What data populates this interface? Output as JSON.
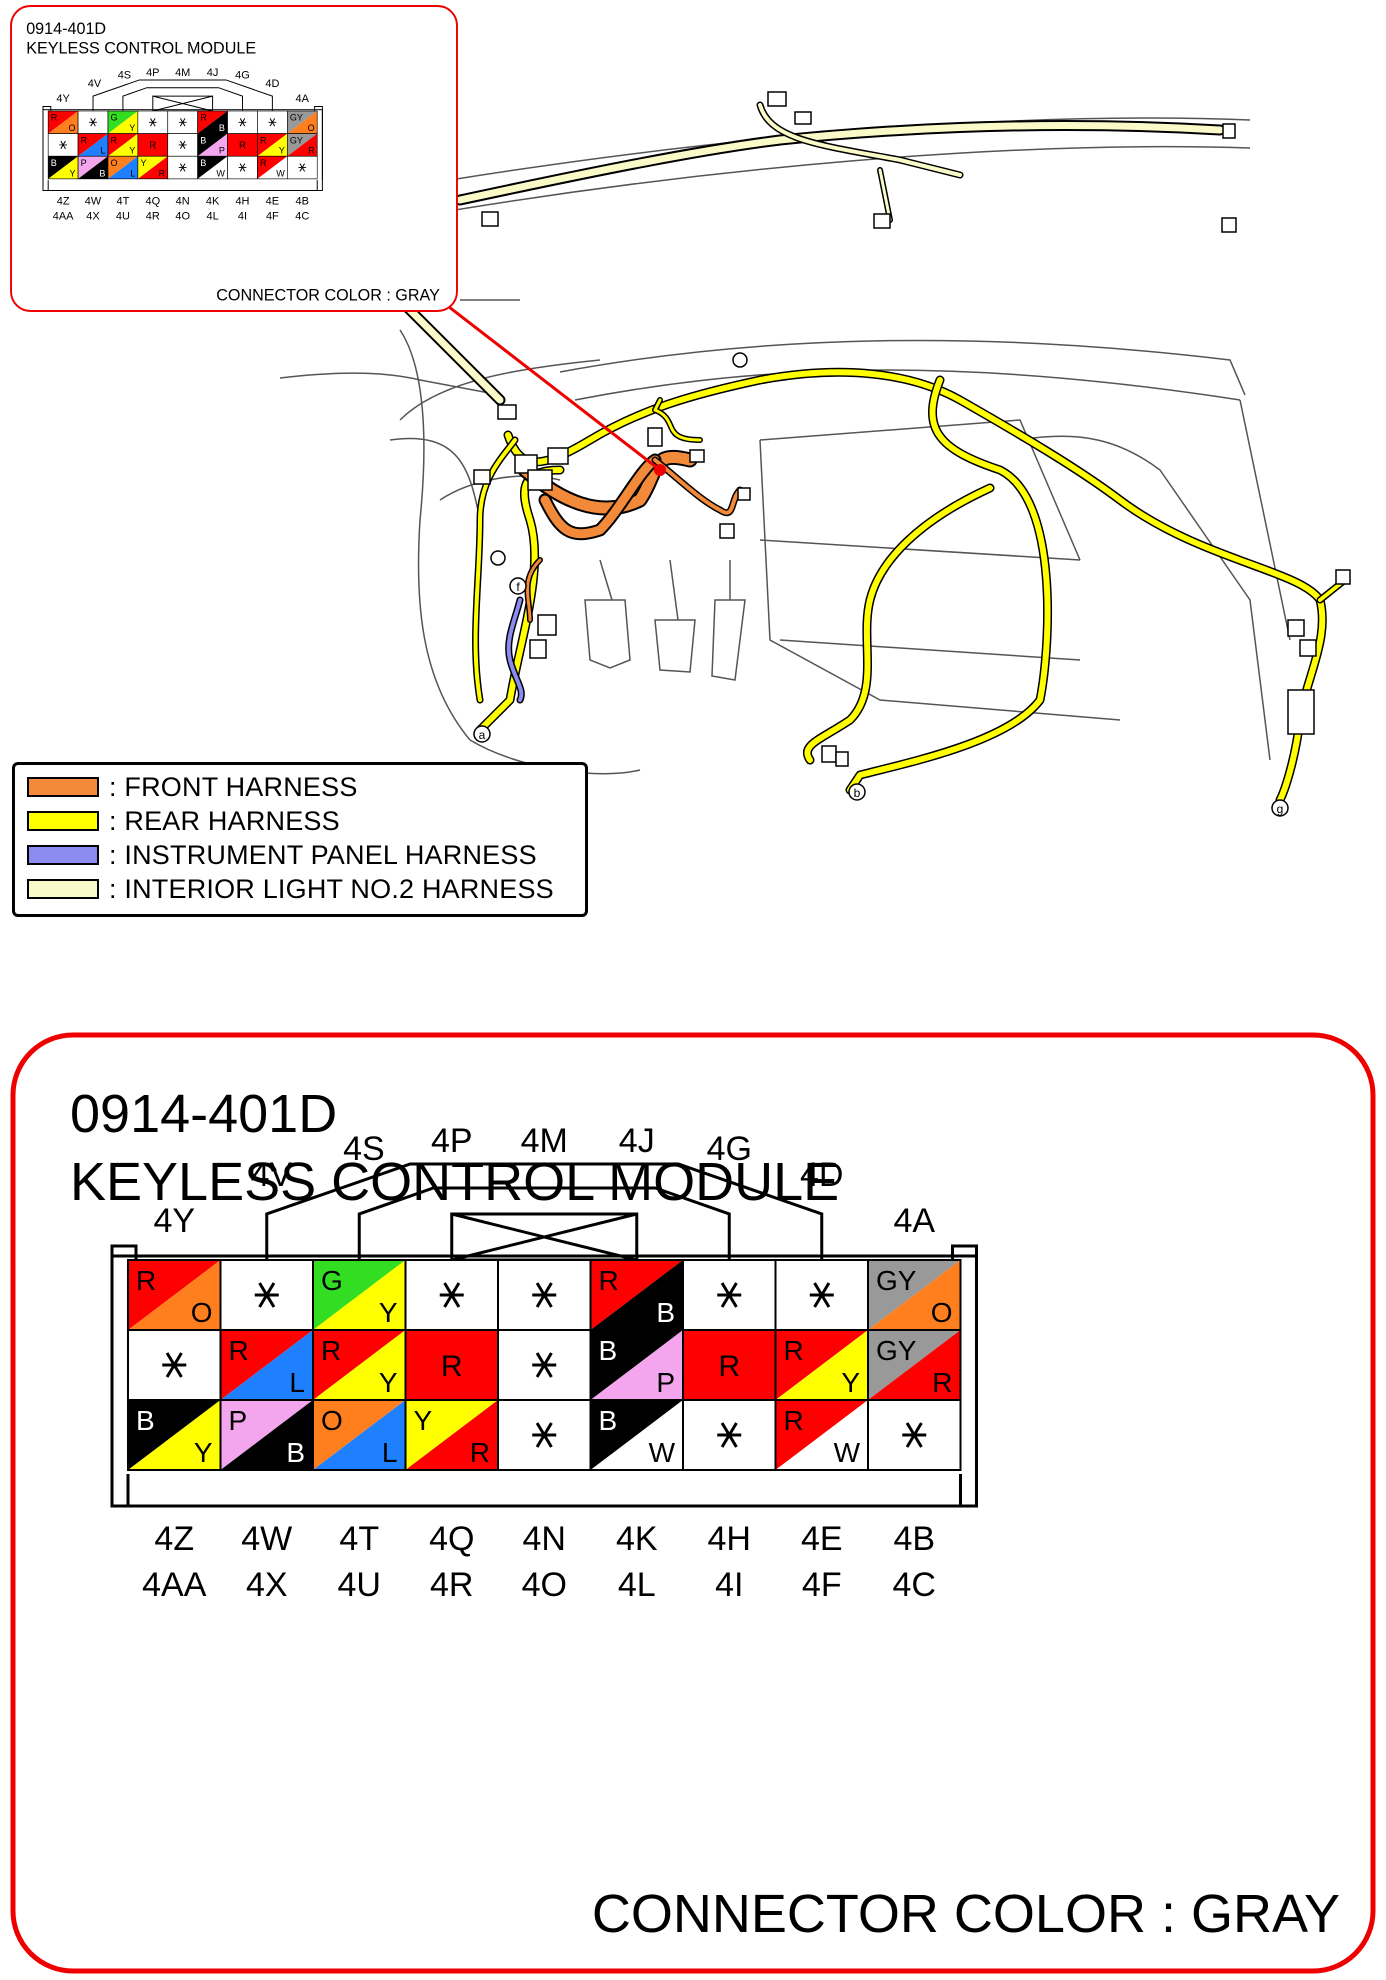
{
  "connector": {
    "part_number": "0914-401D",
    "name": "KEYLESS CONTROL MODULE",
    "color_note": "CONNECTOR COLOR : GRAY",
    "top_labels": [
      "4Y",
      "4V",
      "4S",
      "4P",
      "4M",
      "4J",
      "4G",
      "4D",
      "4A"
    ],
    "bottom_labels_row1": [
      "4Z",
      "4W",
      "4T",
      "4Q",
      "4N",
      "4K",
      "4H",
      "4E",
      "4B"
    ],
    "bottom_labels_row2": [
      "4AA",
      "4X",
      "4U",
      "4R",
      "4O",
      "4L",
      "4I",
      "4F",
      "4C"
    ],
    "pins": [
      [
        {
          "t": "split",
          "a": "R",
          "b": "O"
        },
        {
          "t": "star"
        },
        {
          "t": "split",
          "a": "G",
          "b": "Y"
        },
        {
          "t": "star"
        },
        {
          "t": "star"
        },
        {
          "t": "split",
          "a": "R",
          "b": "B"
        },
        {
          "t": "star"
        },
        {
          "t": "star"
        },
        {
          "t": "split",
          "a": "GY",
          "b": "O"
        }
      ],
      [
        {
          "t": "star"
        },
        {
          "t": "split",
          "a": "R",
          "b": "L"
        },
        {
          "t": "split",
          "a": "R",
          "b": "Y"
        },
        {
          "t": "solid",
          "a": "R"
        },
        {
          "t": "star"
        },
        {
          "t": "split",
          "a": "B",
          "b": "P"
        },
        {
          "t": "solid",
          "a": "R"
        },
        {
          "t": "split",
          "a": "R",
          "b": "Y"
        },
        {
          "t": "split",
          "a": "GY",
          "b": "R"
        }
      ],
      [
        {
          "t": "split",
          "a": "B",
          "b": "Y"
        },
        {
          "t": "split",
          "a": "P",
          "b": "B"
        },
        {
          "t": "split",
          "a": "O",
          "b": "L"
        },
        {
          "t": "split",
          "a": "Y",
          "b": "R"
        },
        {
          "t": "star"
        },
        {
          "t": "split",
          "a": "B",
          "b": "W"
        },
        {
          "t": "star"
        },
        {
          "t": "split",
          "a": "R",
          "b": "W"
        },
        {
          "t": "star"
        }
      ]
    ]
  },
  "wire_colors": {
    "R": "#ff0000",
    "O": "#ff7f1e",
    "G": "#33dd22",
    "Y": "#ffff00",
    "B": "#000000",
    "GY": "#999999",
    "L": "#1e7fff",
    "P": "#f3a6ee",
    "W": "#ffffff"
  },
  "legend": [
    {
      "label": ": FRONT HARNESS",
      "color": "#f28a3a"
    },
    {
      "label": ": REAR HARNESS",
      "color": "#ffff00"
    },
    {
      "label": ": INSTRUMENT PANEL HARNESS",
      "color": "#8c8cf0"
    },
    {
      "label": ": INTERIOR LIGHT NO.2 HARNESS",
      "color": "#fafac8"
    }
  ],
  "ground_points": [
    "a",
    "b",
    "f",
    "g"
  ],
  "callout_color": "#ee0000"
}
